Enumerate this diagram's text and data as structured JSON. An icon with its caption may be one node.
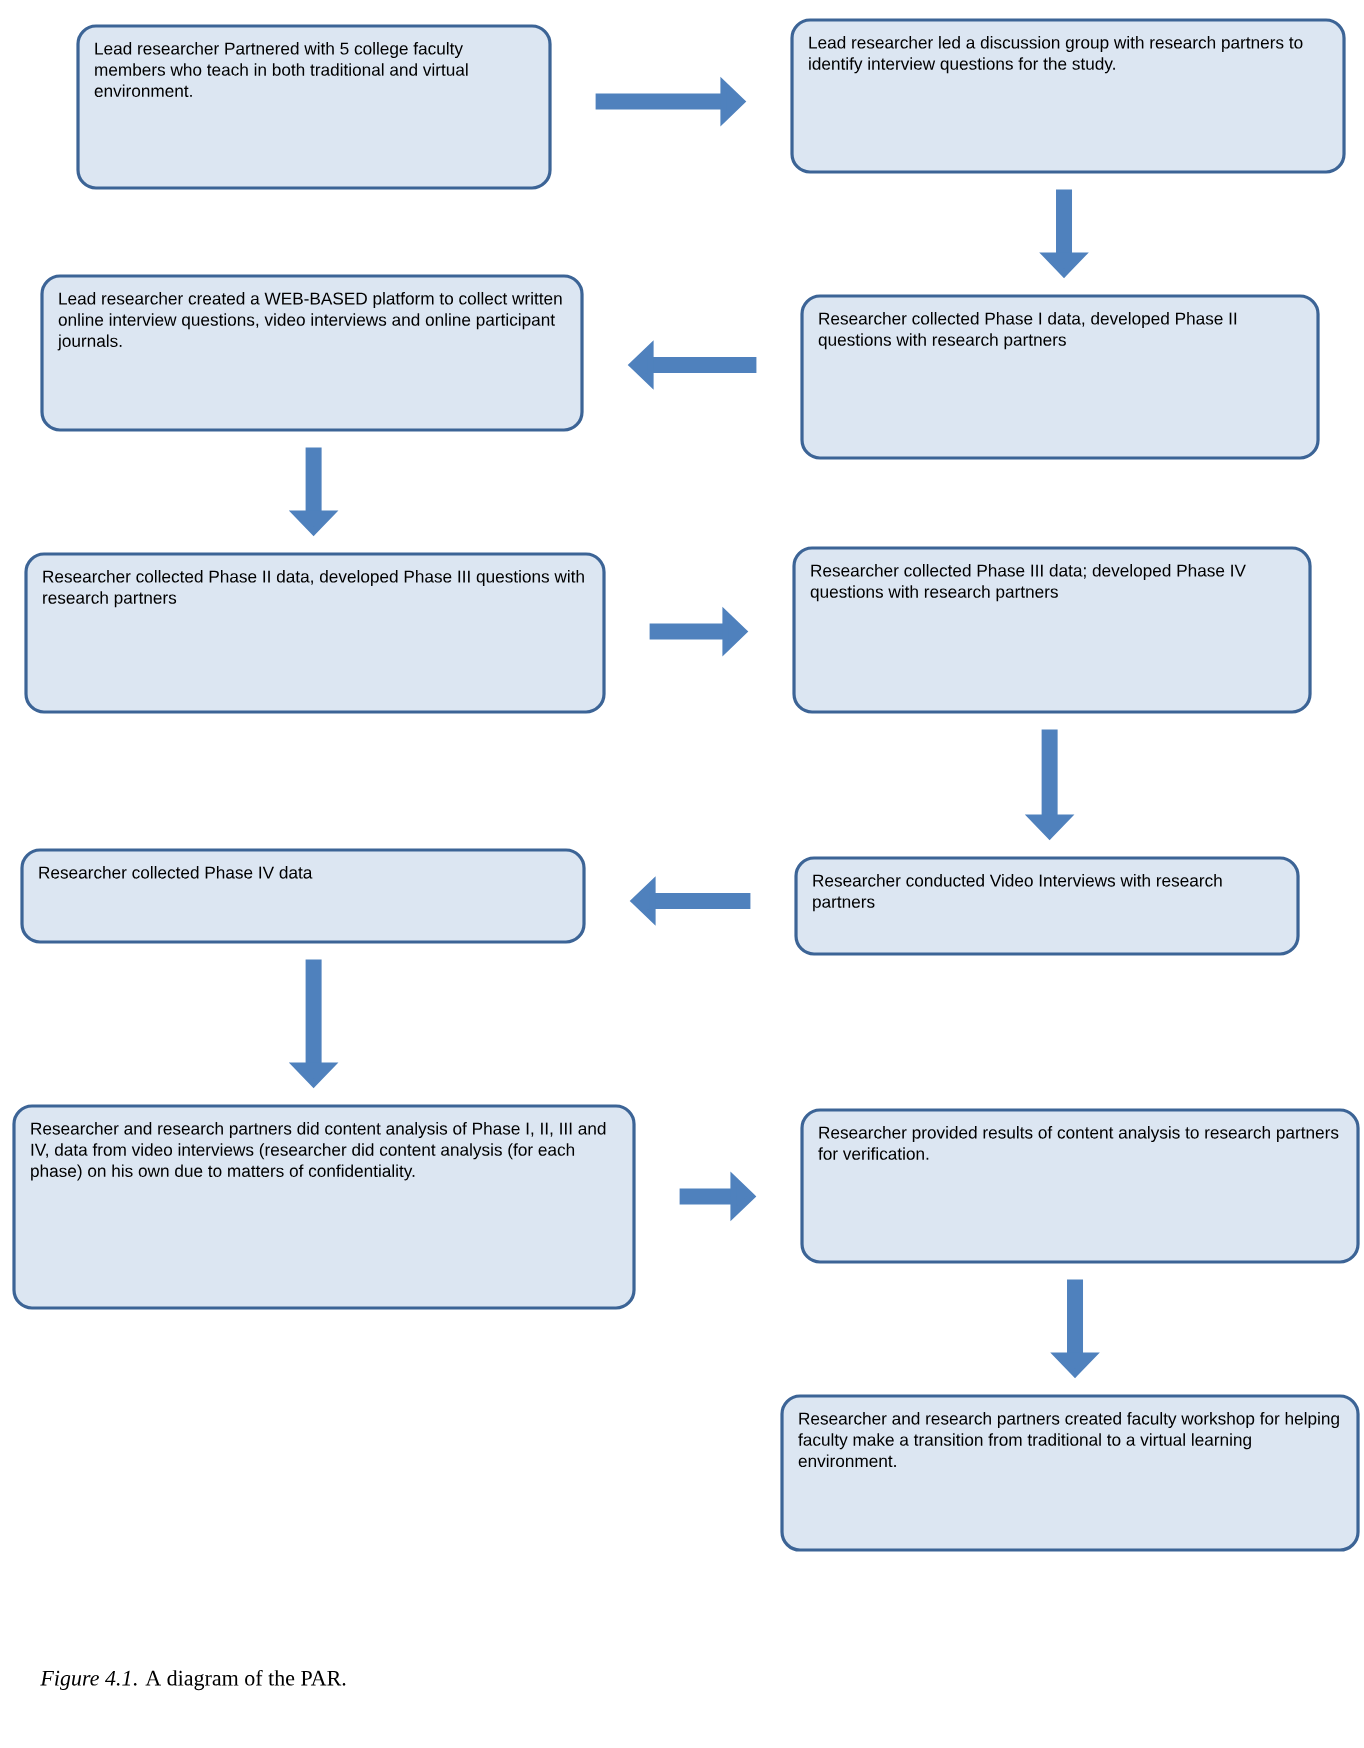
{
  "diagram": {
    "caption": "*Figure 4.1*. A diagram of the PAR.",
    "nodes": [
      {
        "text": [
          "Lead researcher Partnered with 5 college faculty members who teach in both traditional and virtual environment."
        ]
      },
      {
        "text": [
          "Lead researcher led a discussion group with research partners to identify interview questions for the study."
        ]
      },
      {
        "text": [
          "Lead researcher created a WEB-BASED platform to collect written online interview questions, video interviews and online participant journals."
        ]
      },
      {
        "text": [
          "Researcher collected Phase I data, developed Phase II questions with research partners"
        ]
      },
      {
        "text": [
          "Researcher collected Phase II data, developed Phase III questions with research partners"
        ]
      },
      {
        "text": [
          "Researcher collected Phase III data; developed Phase IV questions with research partners"
        ]
      },
      {
        "text": [
          "Researcher collected Phase IV data"
        ]
      },
      {
        "text": [
          "Researcher conducted Video Interviews with research partners"
        ]
      },
      {
        "text": [
          "Researcher and research partners did content analysis of Phase I, II, III and IV, data from video interviews (researcher did content analysis (for each phase) on his own due to matters of confidentiality."
        ]
      },
      {
        "text": [
          "Researcher provided results of content analysis to research partners for verification."
        ]
      },
      {
        "text": [
          "Researcher and research partners created faculty workshop for helping faculty make a transition from traditional to a virtual learning environment."
        ]
      }
    ],
    "edges": [
      {
        "from": 0,
        "to": 1,
        "arrow": "to"
      },
      {
        "from": 1,
        "to": 3,
        "arrow": "to"
      },
      {
        "from": 3,
        "to": 2,
        "arrow": "to"
      },
      {
        "from": 2,
        "to": 4,
        "arrow": "to"
      },
      {
        "from": 4,
        "to": 5,
        "arrow": "to"
      },
      {
        "from": 5,
        "to": 7,
        "arrow": "to"
      },
      {
        "from": 7,
        "to": 6,
        "arrow": "to"
      },
      {
        "from": 6,
        "to": 8,
        "arrow": "to"
      },
      {
        "from": 8,
        "to": 9,
        "arrow": "to"
      },
      {
        "from": 9,
        "to": 10,
        "arrow": "to"
      }
    ]
  }
}
